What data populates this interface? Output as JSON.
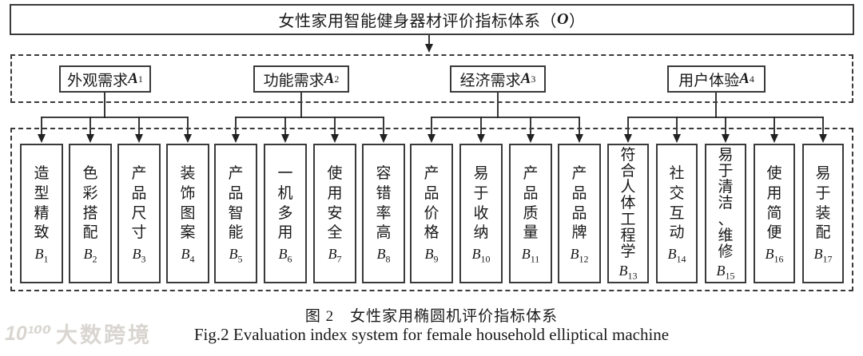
{
  "root": {
    "title_prefix": "女性家用智能健身器材评价指标体系（",
    "title_symbol": "O",
    "title_suffix": "）"
  },
  "groups": [
    {
      "label": "外观需求",
      "symbol": "A",
      "sub": "1",
      "children": [
        {
          "text": "造型精致",
          "symbol": "B",
          "sub": "1"
        },
        {
          "text": "色彩搭配",
          "symbol": "B",
          "sub": "2"
        },
        {
          "text": "产品尺寸",
          "symbol": "B",
          "sub": "3"
        },
        {
          "text": "装饰图案",
          "symbol": "B",
          "sub": "4"
        }
      ]
    },
    {
      "label": "功能需求",
      "symbol": "A",
      "sub": "2",
      "children": [
        {
          "text": "产品智能",
          "symbol": "B",
          "sub": "5"
        },
        {
          "text": "一机多用",
          "symbol": "B",
          "sub": "6"
        },
        {
          "text": "使用安全",
          "symbol": "B",
          "sub": "7"
        },
        {
          "text": "容错率高",
          "symbol": "B",
          "sub": "8"
        }
      ]
    },
    {
      "label": "经济需求",
      "symbol": "A",
      "sub": "3",
      "children": [
        {
          "text": "产品价格",
          "symbol": "B",
          "sub": "9"
        },
        {
          "text": "易于收纳",
          "symbol": "B",
          "sub": "10"
        },
        {
          "text": "产品质量",
          "symbol": "B",
          "sub": "11"
        },
        {
          "text": "产品品牌",
          "symbol": "B",
          "sub": "12"
        }
      ]
    },
    {
      "label": "用户体验",
      "symbol": "A",
      "sub": "4",
      "children": [
        {
          "text": "符合人体工程学",
          "symbol": "B",
          "sub": "13"
        },
        {
          "text": "社交互动",
          "symbol": "B",
          "sub": "14"
        },
        {
          "text": "易于清洁、维修",
          "symbol": "B",
          "sub": "15"
        },
        {
          "text": "使用简便",
          "symbol": "B",
          "sub": "16"
        },
        {
          "text": "易于装配",
          "symbol": "B",
          "sub": "17"
        }
      ]
    }
  ],
  "caption": {
    "zh": "图 2　女性家用椭圆机评价指标体系",
    "en": "Fig.2 Evaluation index system for female household elliptical machine"
  },
  "watermark": {
    "logo": "10¹⁰⁰",
    "text": "大数跨境"
  },
  "colors": {
    "background": "#ffffff",
    "box_border": "#3a3a3a",
    "connector_line": "#222222",
    "watermark": "#d9d6d1"
  }
}
